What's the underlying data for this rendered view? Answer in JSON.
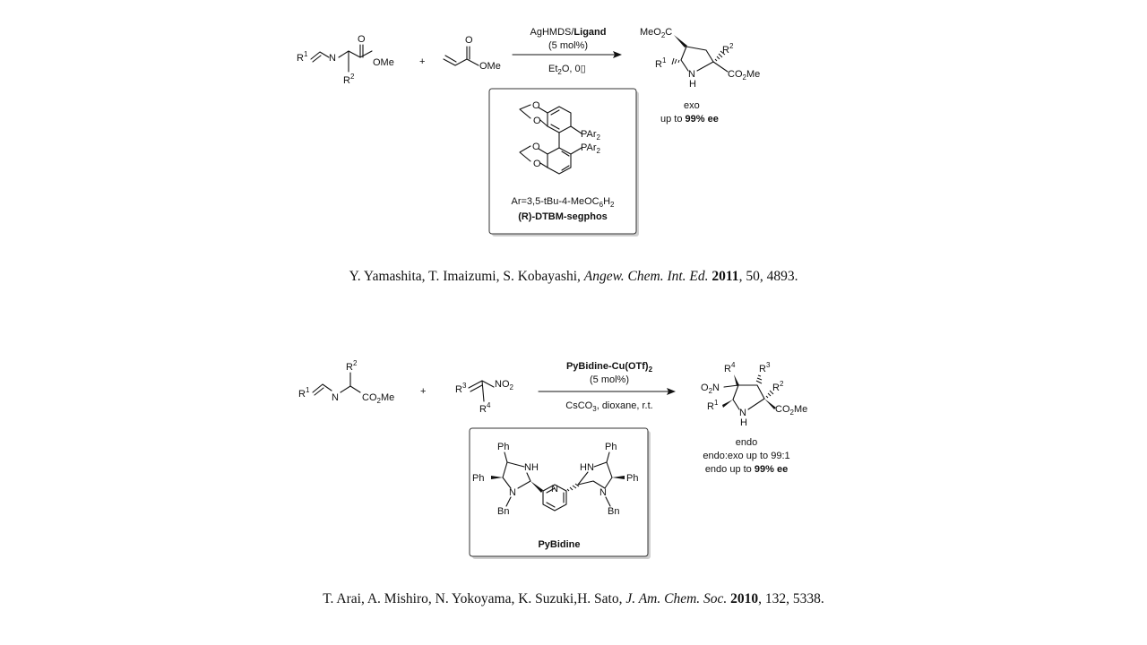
{
  "scheme1": {
    "reactant1": {
      "r1": "R",
      "r1_sup": "1",
      "n": "N",
      "o": "O",
      "ome": "OMe",
      "r2": "R",
      "r2_sup": "2"
    },
    "plus": "+",
    "reactant2": {
      "o": "O",
      "ome": "OMe"
    },
    "conditions": {
      "top_a": "AgHMDS/",
      "top_b": "Ligand",
      "loading": "(5 mol%)",
      "solvent_a": "Et",
      "solvent_sub": "2",
      "solvent_b": "O, 0",
      "solvent_c": "▯"
    },
    "product": {
      "meo2c_a": "MeO",
      "meo2c_sub": "2",
      "meo2c_b": "C",
      "r2": "R",
      "r2_sup": "2",
      "r1": "R",
      "r1_sup": "1",
      "n": "N",
      "h": "H",
      "co2me_a": "CO",
      "co2me_sub": "2",
      "co2me_b": "Me",
      "note": "exo",
      "ee_a": "up to ",
      "ee_b": "99% ee"
    },
    "ligand_box": {
      "o": "O",
      "par_a": "PAr",
      "par_sub": "2",
      "ar_a": "Ar=3,5-tBu-4-MeOC",
      "ar_sub1": "6",
      "ar_b": "H",
      "ar_sub2": "2",
      "name": "(R)-DTBM-segphos"
    }
  },
  "citation1": {
    "authors": "Y. Yamashita, T. Imaizumi, S. Kobayashi, ",
    "journal": "Angew. Chem. Int. Ed.",
    "space": " ",
    "year": "2011",
    "rest": ", 50, 4893."
  },
  "scheme2": {
    "reactant1": {
      "r1": "R",
      "r1_sup": "1",
      "n": "N",
      "r2": "R",
      "r2_sup": "2",
      "co2me_a": "CO",
      "co2me_sub": "2",
      "co2me_b": "Me"
    },
    "plus": "+",
    "reactant2": {
      "r3": "R",
      "r3_sup": "3",
      "no2_a": "NO",
      "no2_sub": "2",
      "r4": "R",
      "r4_sup": "4"
    },
    "conditions": {
      "cat_a": "PyBidine-Cu(OTf)",
      "cat_sub": "2",
      "loading": "(5 mol%)",
      "base_a": "CsCO",
      "base_sub": "3",
      "base_b": ", dioxane, r.t."
    },
    "product": {
      "r4": "R",
      "r4_sup": "4",
      "r3": "R",
      "r3_sup": "3",
      "o2n_a": "O",
      "o2n_sub": "2",
      "o2n_b": "N",
      "r2": "R",
      "r2_sup": "2",
      "r1": "R",
      "r1_sup": "1",
      "n": "N",
      "h": "H",
      "co2me_a": "CO",
      "co2me_sub": "2",
      "co2me_b": "Me",
      "note": "endo",
      "ratio": "endo:exo up to 99:1",
      "ee_a": "endo up to ",
      "ee_b": "99% ee"
    },
    "ligand_box": {
      "ph": "Ph",
      "nh": "NH",
      "hn": "HN",
      "n": "N",
      "bn": "Bn",
      "name": "PyBidine"
    }
  },
  "citation2": {
    "authors": "T. Arai, A. Mishiro, N. Yokoyama, K. Suzuki,H. Sato, ",
    "journal": "J. Am. Chem. Soc.",
    "space": " ",
    "year": "2010",
    "rest": ", 132, 5338."
  }
}
